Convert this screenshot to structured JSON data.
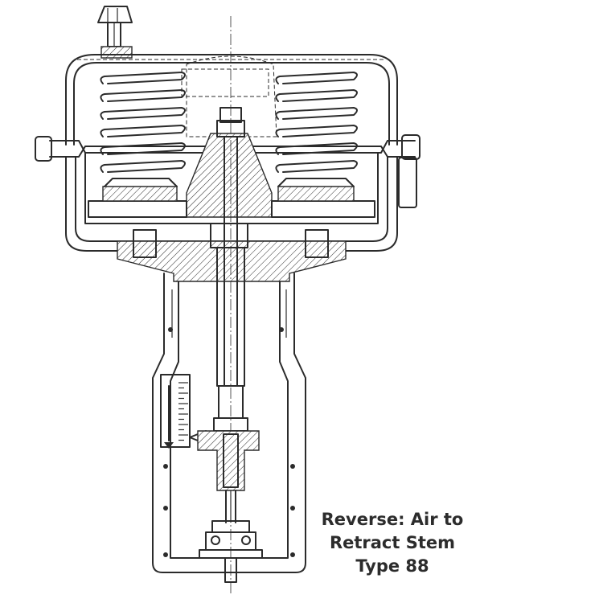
{
  "caption": {
    "line1": "Reverse: Air to",
    "line2": "Retract Stem",
    "line3": "Type 88"
  },
  "colors": {
    "line": "#2b2b2b",
    "text": "#2c2c2c",
    "background": "#ffffff"
  }
}
